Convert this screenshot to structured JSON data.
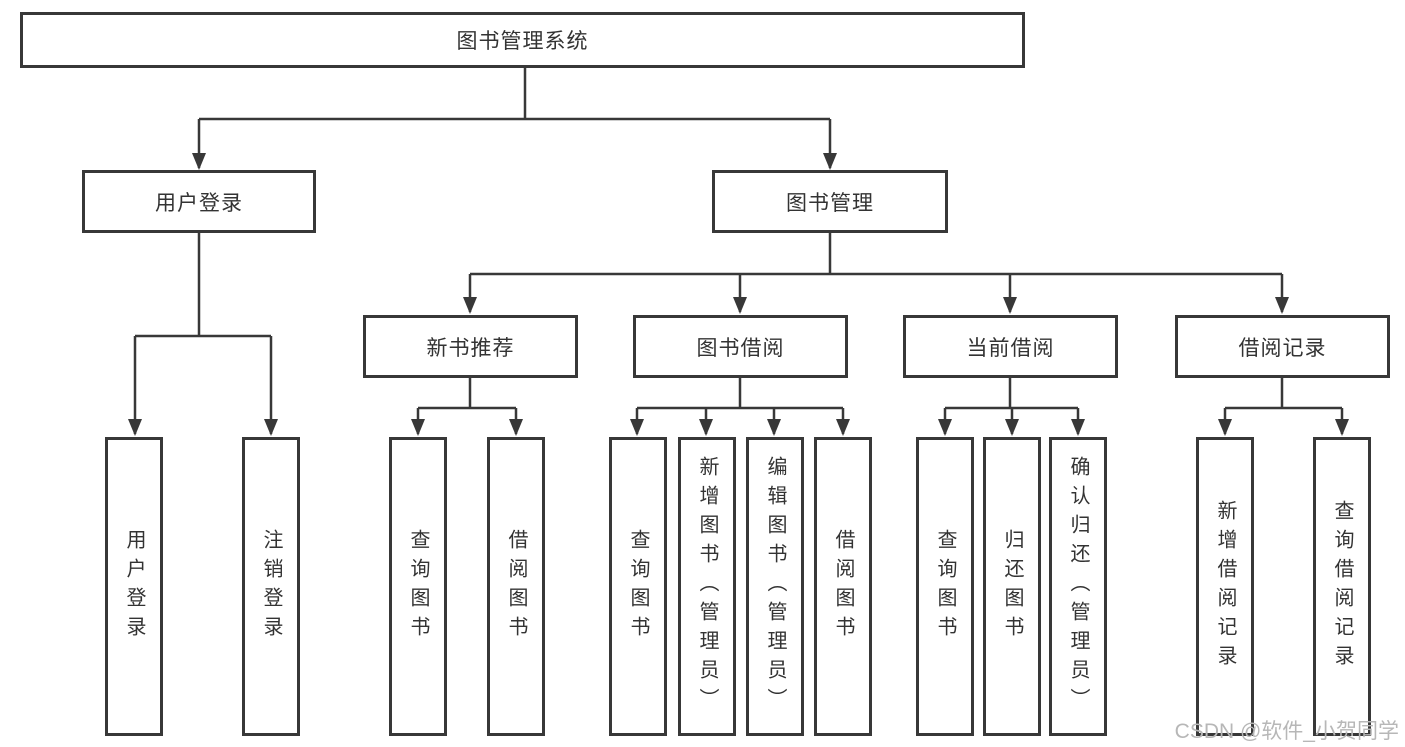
{
  "diagram_title": "图书管理系统",
  "nodes": {
    "root": "图书管理系统",
    "user_login": "用户登录",
    "book_mgmt": "图书管理",
    "new_books": "新书推荐",
    "book_borrow": "图书借阅",
    "current_borrow": "当前借阅",
    "borrow_records": "借阅记录",
    "a1": "用户登录",
    "a2": "注销登录",
    "b1": "查询图书",
    "b2": "借阅图书",
    "c1": "查询图书",
    "c2": "新增图书（管理员）",
    "c3": "编辑图书（管理员）",
    "c4": "借阅图书",
    "d1": "查询图书",
    "d2": "归还图书",
    "d3": "确认归还（管理员）",
    "e1": "新增借阅记录",
    "e2": "查询借阅记录"
  },
  "tree": {
    "root": "图书管理系统",
    "children": [
      {
        "label": "用户登录",
        "children": [
          "用户登录",
          "注销登录"
        ]
      },
      {
        "label": "图书管理",
        "children": [
          {
            "label": "新书推荐",
            "children": [
              "查询图书",
              "借阅图书"
            ]
          },
          {
            "label": "图书借阅",
            "children": [
              "查询图书",
              "新增图书（管理员）",
              "编辑图书（管理员）",
              "借阅图书"
            ]
          },
          {
            "label": "当前借阅",
            "children": [
              "查询图书",
              "归还图书",
              "确认归还（管理员）"
            ]
          },
          {
            "label": "借阅记录",
            "children": [
              "新增借阅记录",
              "查询借阅记录"
            ]
          }
        ]
      }
    ]
  },
  "watermark": "CSDN @软件_小贺同学",
  "colors": {
    "line": "#383838",
    "text": "#333333",
    "watermark": "#b7b7b7",
    "bg": "#ffffff"
  }
}
